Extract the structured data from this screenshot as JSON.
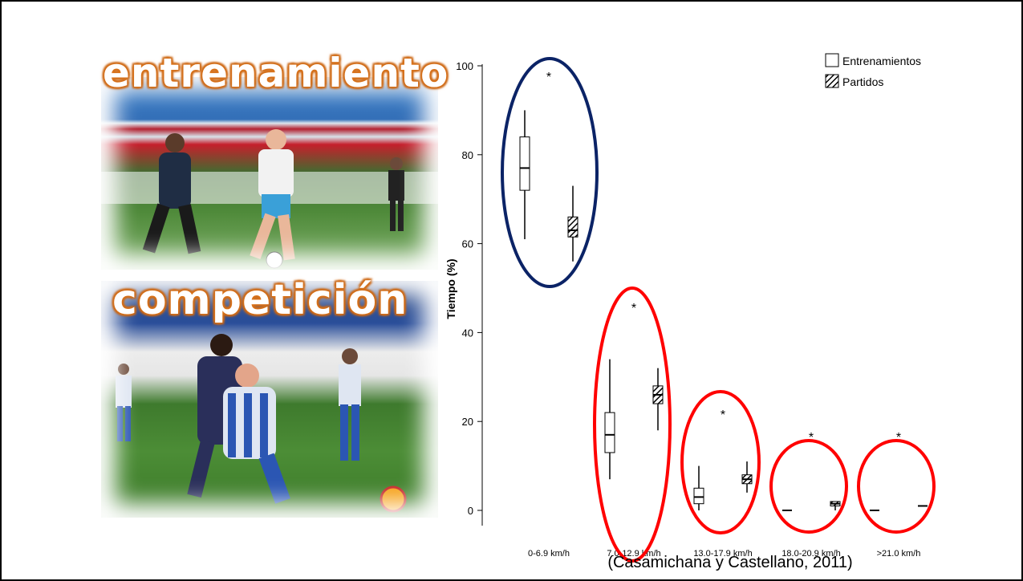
{
  "slide": {
    "train_label": "entrenamiento",
    "comp_label": "competición",
    "citation": "(Casamichana y Castellano, 2011)"
  },
  "chart_data": {
    "type": "boxplot",
    "ylabel": "Tiempo (%)",
    "ylim": [
      0,
      100
    ],
    "yticks": [
      0,
      20,
      40,
      60,
      80,
      100
    ],
    "categories": [
      "0-6.9 km/h",
      "7.0-12.9 km/h",
      "13.0-17.9 km/h",
      "18.0-20.9 km/h",
      ">21.0 km/h"
    ],
    "legend": {
      "position": "top-right",
      "items": [
        "Entrenamientos",
        "Partidos"
      ]
    },
    "series": [
      {
        "name": "Entrenamientos",
        "pattern": "open",
        "boxes": [
          {
            "min": 61,
            "q1": 72,
            "median": 77,
            "q3": 84,
            "max": 90
          },
          {
            "min": 7,
            "q1": 13,
            "median": 17,
            "q3": 22,
            "max": 34
          },
          {
            "min": 0,
            "q1": 1.5,
            "median": 3,
            "q3": 5,
            "max": 10
          },
          {
            "min": 0,
            "q1": 0,
            "median": 0,
            "q3": 0,
            "max": 0
          },
          {
            "min": 0,
            "q1": 0,
            "median": 0,
            "q3": 0,
            "max": 0
          }
        ]
      },
      {
        "name": "Partidos",
        "pattern": "hatched",
        "boxes": [
          {
            "min": 56,
            "q1": 61.5,
            "median": 63,
            "q3": 66,
            "max": 73
          },
          {
            "min": 18,
            "q1": 24,
            "median": 26,
            "q3": 28,
            "max": 32
          },
          {
            "min": 4,
            "q1": 6,
            "median": 7,
            "q3": 8,
            "max": 11
          },
          {
            "min": 0,
            "q1": 1,
            "median": 1.5,
            "q3": 2,
            "max": 2
          },
          {
            "min": 1,
            "q1": 1,
            "median": 1,
            "q3": 1,
            "max": 1
          }
        ]
      }
    ],
    "significance": {
      "marker": "*",
      "y": [
        98,
        46,
        22,
        17,
        17
      ]
    },
    "highlights": [
      {
        "category": "0-6.9 km/h",
        "color": "#0b2366"
      },
      {
        "category": "7.0-12.9 km/h",
        "color": "#ff0000"
      },
      {
        "category": "13.0-17.9 km/h",
        "color": "#ff0000"
      },
      {
        "category": "18.0-20.9 km/h",
        "color": "#ff0000"
      },
      {
        "category": ">21.0 km/h",
        "color": "#ff0000"
      }
    ]
  }
}
